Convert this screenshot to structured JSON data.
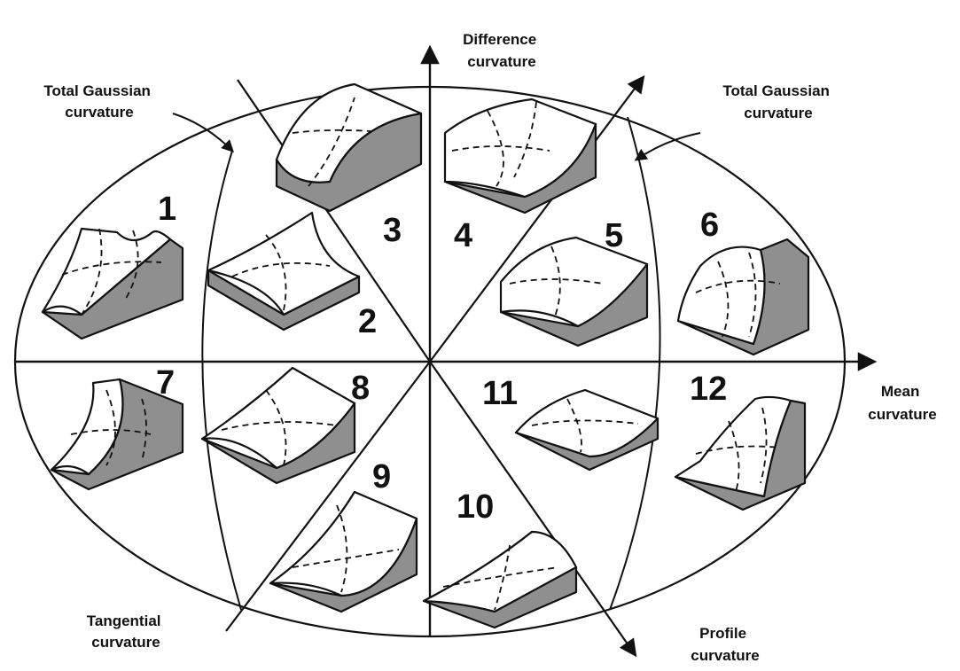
{
  "labels": {
    "difference_curvature": [
      "Difference",
      "curvature"
    ],
    "total_gaussian_left": [
      "Total Gaussian",
      "curvature"
    ],
    "total_gaussian_right": [
      "Total Gaussian",
      "curvature"
    ],
    "mean_curvature": [
      "Mean",
      "curvature"
    ],
    "tangential_curvature": [
      "Tangential",
      "curvature"
    ],
    "profile_curvature": [
      "Profile",
      "curvature"
    ]
  },
  "sectors": [
    "1",
    "2",
    "3",
    "4",
    "5",
    "6",
    "7",
    "8",
    "9",
    "10",
    "11",
    "12"
  ],
  "colors": {
    "ink": "#111111",
    "shade": "#8f8f8f",
    "paper": "#ffffff"
  }
}
